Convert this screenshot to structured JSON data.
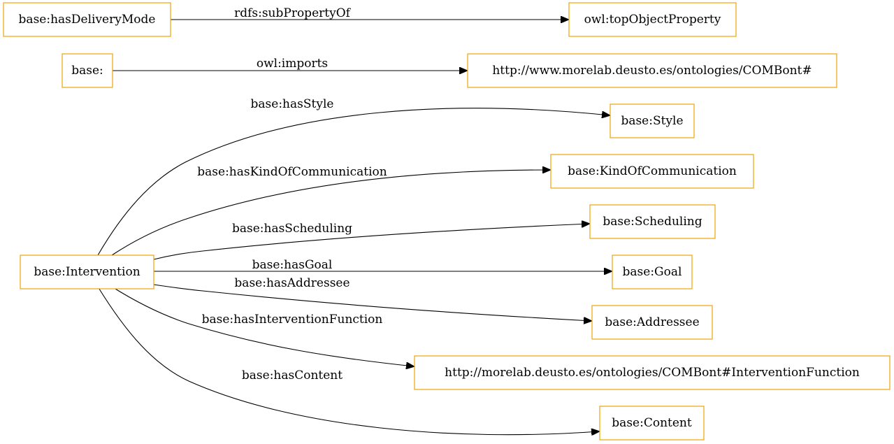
{
  "nodes": {
    "has_delivery_mode": "base:hasDeliveryMode",
    "top_object_property": "owl:topObjectProperty",
    "base": "base:",
    "combont_uri": "http://www.morelab.deusto.es/ontologies/COMBont#",
    "style": "base:Style",
    "kind_of_communication": "base:KindOfCommunication",
    "scheduling": "base:Scheduling",
    "intervention": "base:Intervention",
    "goal": "base:Goal",
    "addressee": "base:Addressee",
    "intervention_function_uri": "http://morelab.deusto.es/ontologies/COMBont#InterventionFunction",
    "content": "base:Content"
  },
  "edges": {
    "sub_property_of": "rdfs:subPropertyOf",
    "imports": "owl:imports",
    "has_style": "base:hasStyle",
    "has_kind_of_communication": "base:hasKindOfCommunication",
    "has_scheduling": "base:hasScheduling",
    "has_goal": "base:hasGoal",
    "has_addressee": "base:hasAddressee",
    "has_intervention_function": "base:hasInterventionFunction",
    "has_content": "base:hasContent"
  },
  "colors": {
    "node_border": "#f0a30a",
    "edge": "#000000",
    "background": "#ffffff"
  }
}
